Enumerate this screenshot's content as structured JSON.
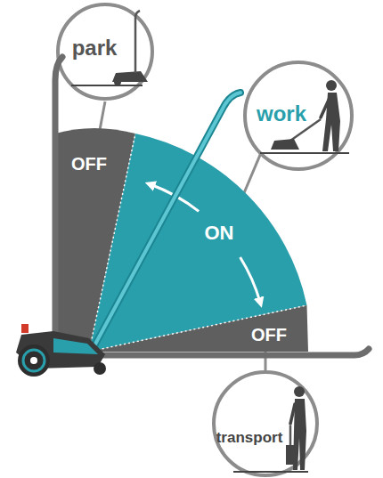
{
  "diagram": {
    "nodes": [
      {
        "text": [
          "park"
        ]
      },
      {
        "text": [
          "OFF"
        ]
      },
      {
        "text": [
          "work"
        ]
      },
      {
        "text": [
          "ON"
        ]
      },
      {
        "text": [
          "OFF"
        ]
      },
      {
        "text": [
          "transport"
        ]
      }
    ],
    "edges": [
      {
        "from": 0,
        "to": 1,
        "arrow": "none"
      },
      {
        "from": 2,
        "to": 3,
        "arrow": "none"
      },
      {
        "from": 5,
        "to": 4,
        "arrow": "none"
      }
    ]
  }
}
